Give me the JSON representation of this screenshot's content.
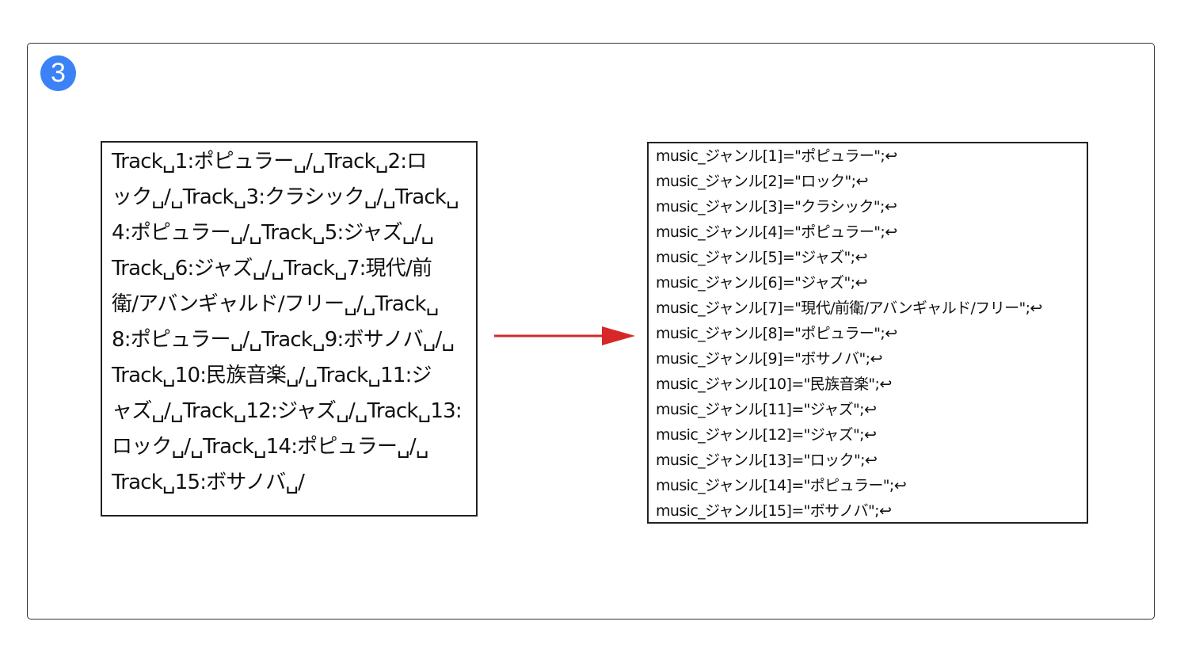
{
  "step": {
    "number": "3",
    "badge_color": "#3b82f6"
  },
  "source_text": {
    "lines": [
      "Track␣1:ポピュラー␣/␣Track␣2:ロ",
      "ック␣/␣Track␣3:クラシック␣/␣Track␣",
      "4:ポピュラー␣/␣Track␣5:ジャズ␣/␣",
      "Track␣6:ジャズ␣/␣Track␣7:現代/前",
      "衛/アバンギャルド/フリー␣/␣Track␣",
      "8:ポピュラー␣/␣Track␣9:ボサノバ␣/␣",
      "Track␣10:民族音楽␣/␣Track␣11:ジ",
      "ャズ␣/␣Track␣12:ジャズ␣/␣Track␣13:",
      "ロック␣/␣Track␣14:ポピュラー␣/␣",
      "Track␣15:ボサノバ␣/"
    ]
  },
  "arrow": {
    "color": "#d62828",
    "direction": "right"
  },
  "result_text": {
    "lines": [
      "music_ジャンル[1]=\"ポピュラー\";↩",
      "music_ジャンル[2]=\"ロック\";↩",
      "music_ジャンル[3]=\"クラシック\";↩",
      "music_ジャンル[4]=\"ポピュラー\";↩",
      "music_ジャンル[5]=\"ジャズ\";↩",
      "music_ジャンル[6]=\"ジャズ\";↩",
      "music_ジャンル[7]=\"現代/前衛/アバンギャルド/フリー\";↩",
      "music_ジャンル[8]=\"ポピュラー\";↩",
      "music_ジャンル[9]=\"ボサノバ\";↩",
      "music_ジャンル[10]=\"民族音楽\";↩",
      "music_ジャンル[11]=\"ジャズ\";↩",
      "music_ジャンル[12]=\"ジャズ\";↩",
      "music_ジャンル[13]=\"ロック\";↩",
      "music_ジャンル[14]=\"ポピュラー\";↩",
      "music_ジャンル[15]=\"ボサノバ\";↩"
    ]
  }
}
